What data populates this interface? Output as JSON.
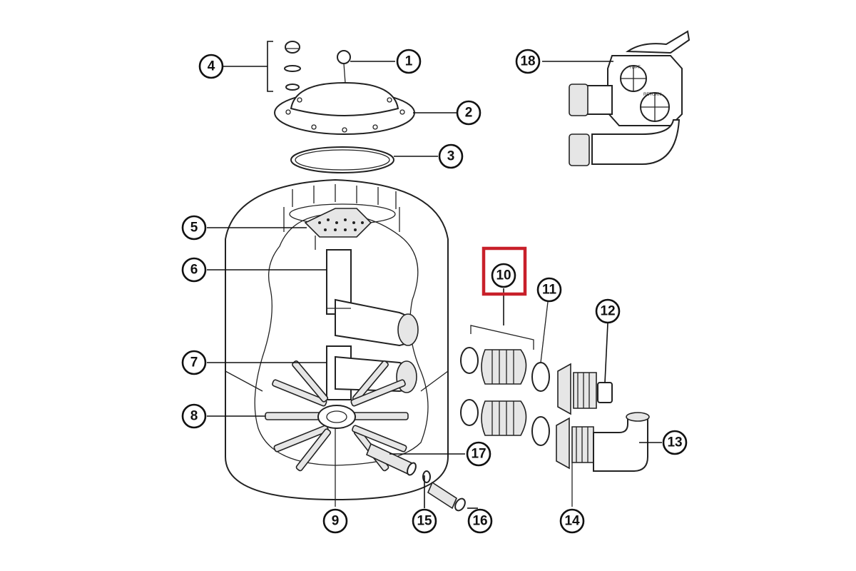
{
  "diagram": {
    "callouts": [
      {
        "id": "c1",
        "label": "1"
      },
      {
        "id": "c2",
        "label": "2"
      },
      {
        "id": "c3",
        "label": "3"
      },
      {
        "id": "c4",
        "label": "4"
      },
      {
        "id": "c5",
        "label": "5"
      },
      {
        "id": "c6",
        "label": "6"
      },
      {
        "id": "c7",
        "label": "7"
      },
      {
        "id": "c8",
        "label": "8"
      },
      {
        "id": "c9",
        "label": "9"
      },
      {
        "id": "c10",
        "label": "10"
      },
      {
        "id": "c11",
        "label": "11"
      },
      {
        "id": "c12",
        "label": "12"
      },
      {
        "id": "c13",
        "label": "13"
      },
      {
        "id": "c14",
        "label": "14"
      },
      {
        "id": "c15",
        "label": "15"
      },
      {
        "id": "c16",
        "label": "16"
      },
      {
        "id": "c17",
        "label": "17"
      },
      {
        "id": "c18",
        "label": "18"
      }
    ],
    "highlight": {
      "target": "10",
      "color": "#c8202a"
    },
    "valve_labels": {
      "top": "TOPF",
      "side": "RETURN"
    }
  }
}
